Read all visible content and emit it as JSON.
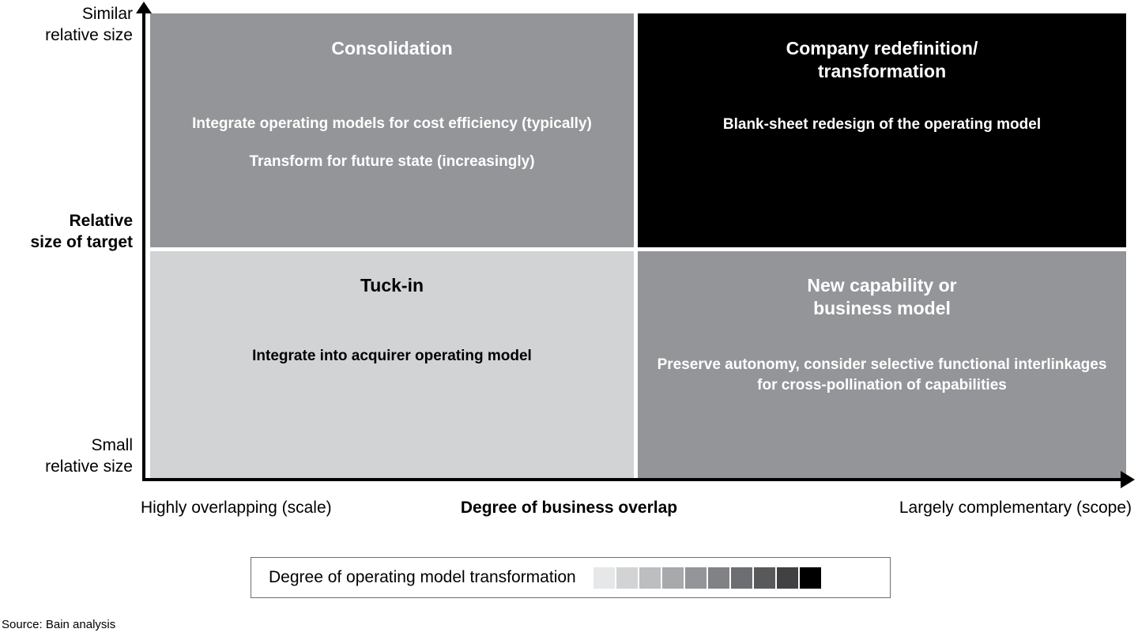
{
  "axes": {
    "y": {
      "title": "Relative\nsize of target",
      "title_line1": "Relative",
      "title_line2": "size of target",
      "top_label_line1": "Similar",
      "top_label_line2": "relative size",
      "bottom_label_line1": "Small",
      "bottom_label_line2": "relative size"
    },
    "x": {
      "title": "Degree of business overlap",
      "left_label": "Highly overlapping (scale)",
      "right_label": "Largely complementary (scope)"
    }
  },
  "quadrants": {
    "top_left": {
      "title": "Consolidation",
      "body1": "Integrate operating models for cost efficiency (typically)",
      "body2": "Transform for future state (increasingly)",
      "fill": "#939598",
      "text_color": "#ffffff"
    },
    "top_right": {
      "title": "Company redefinition/ transformation",
      "title_line1": "Company redefinition/",
      "title_line2": "transformation",
      "body1": "Blank-sheet redesign of the operating model",
      "fill": "#000000",
      "text_color": "#ffffff"
    },
    "bottom_left": {
      "title": "Tuck-in",
      "body1": "Integrate into acquirer operating model",
      "fill": "#d1d3d4",
      "text_color": "#000000"
    },
    "bottom_right": {
      "title": "New capability or business model",
      "title_line1": "New capability or",
      "title_line2": "business model",
      "body1": "Preserve autonomy, consider selective functional interlinkages for cross-pollination of capabilities",
      "fill": "#939598",
      "text_color": "#ffffff"
    }
  },
  "legend": {
    "label": "Degree of operating model transformation",
    "swatches": [
      "#e6e7e8",
      "#d1d3d4",
      "#bcbec0",
      "#a7a9ac",
      "#939598",
      "#808285",
      "#6d6e71",
      "#58595b",
      "#414042",
      "#000000"
    ]
  },
  "source": "Source: Bain analysis"
}
